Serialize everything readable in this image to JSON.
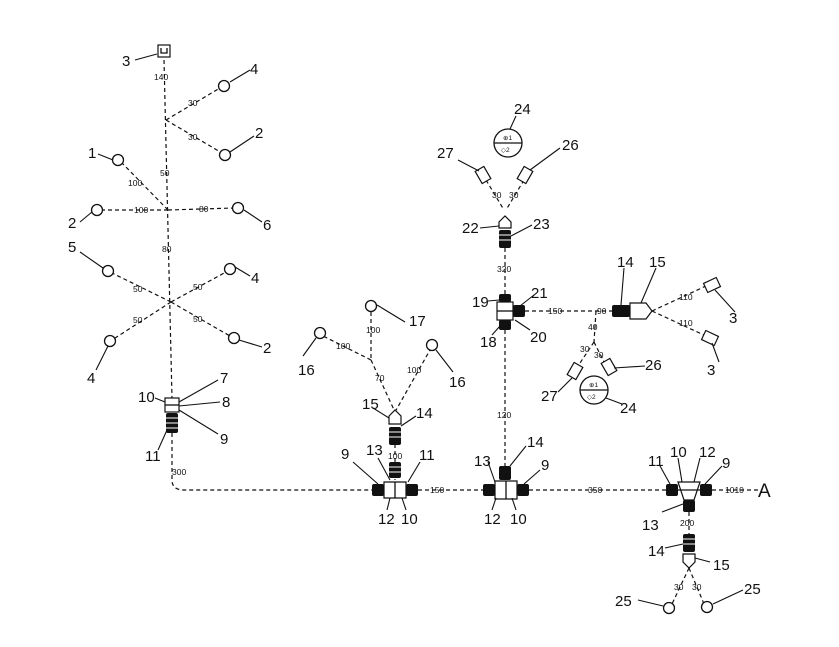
{
  "callouts": {
    "c_left_3": "3",
    "c_left_4a": "4",
    "c_left_2a": "2",
    "c_left_1": "1",
    "c_left_2b": "2",
    "c_left_6": "6",
    "c_left_5": "5",
    "c_left_4b": "4",
    "c_left_2c": "2",
    "c_left_4c": "4",
    "c_left_10": "10",
    "c_left_7": "7",
    "c_left_8": "8",
    "c_left_9": "9",
    "c_left_11": "11",
    "c_mid_17": "17",
    "c_mid_16a": "16",
    "c_mid_16b": "16",
    "c_mid_15": "15",
    "c_mid_14": "14",
    "c_mid_9": "9",
    "c_mid_13": "13",
    "c_mid_11": "11",
    "c_mid_12": "12",
    "c_mid_10": "10",
    "c_up_24a": "24",
    "c_up_27a": "27",
    "c_up_26a": "26",
    "c_up_22": "22",
    "c_up_23": "23",
    "c_up_19": "19",
    "c_up_21": "21",
    "c_up_18": "18",
    "c_up_20": "20",
    "c_up_14": "14",
    "c_up_15": "15",
    "c_up_3a": "3",
    "c_up_3b": "3",
    "c_up_26b": "26",
    "c_up_27b": "27",
    "c_up_24b": "24",
    "c_ctr_13": "13",
    "c_ctr_14": "14",
    "c_ctr_9": "9",
    "c_ctr_12": "12",
    "c_ctr_10": "10",
    "c_rt_11": "11",
    "c_rt_10": "10",
    "c_rt_12": "12",
    "c_rt_9": "9",
    "c_rt_13": "13",
    "c_rt_14": "14",
    "c_rt_15": "15",
    "c_rt_25a": "25",
    "c_rt_25b": "25",
    "end_A": "A"
  },
  "segments": {
    "s_140": "140",
    "s_30a": "30",
    "s_30b": "30",
    "s_100a": "100",
    "s_50a": "50",
    "s_100b": "100",
    "s_80a": "80",
    "s_80b": "80",
    "s_50b": "50",
    "s_50c": "50",
    "s_50d": "50",
    "s_50e": "50",
    "s_300": "300",
    "s_100c": "100",
    "s_100d": "100",
    "s_70": "70",
    "s_100e": "100",
    "s_100f": "100",
    "s_150a": "150",
    "s_30c": "30",
    "s_30d": "30",
    "s_320": "320",
    "s_150b": "150",
    "s_90": "90",
    "s_40": "40",
    "s_110a": "110",
    "s_110b": "110",
    "s_30e": "30",
    "s_30f": "30",
    "s_120": "120",
    "s_350": "350",
    "s_1010": "1010",
    "s_200": "200",
    "s_30g": "30",
    "s_30h": "30"
  },
  "meter": {
    "top": "⊕1",
    "bottom": "◇2"
  }
}
